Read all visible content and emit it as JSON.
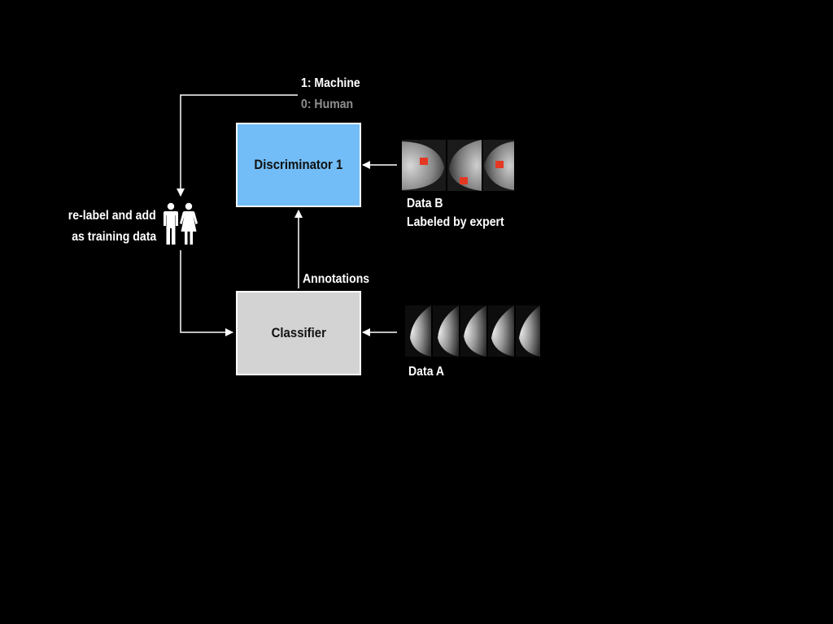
{
  "feedback": {
    "machine_label": "1: Machine",
    "human_label": "0: Human"
  },
  "human_loop": {
    "line1": "re-label and add",
    "line2": "as training data",
    "icon": "man-woman-icon"
  },
  "discriminator": {
    "label": "Discriminator 1",
    "color": "#72BDF7"
  },
  "classifier": {
    "label": "Classifier",
    "color": "#D3D3D3"
  },
  "annotations_label": "Annotations",
  "data_b": {
    "title": "Data B",
    "subtitle": "Labeled by expert",
    "marker_color": "#E53822"
  },
  "data_a": {
    "title": "Data A"
  },
  "colors": {
    "background": "#000000",
    "lines": "#FFFFFF"
  }
}
